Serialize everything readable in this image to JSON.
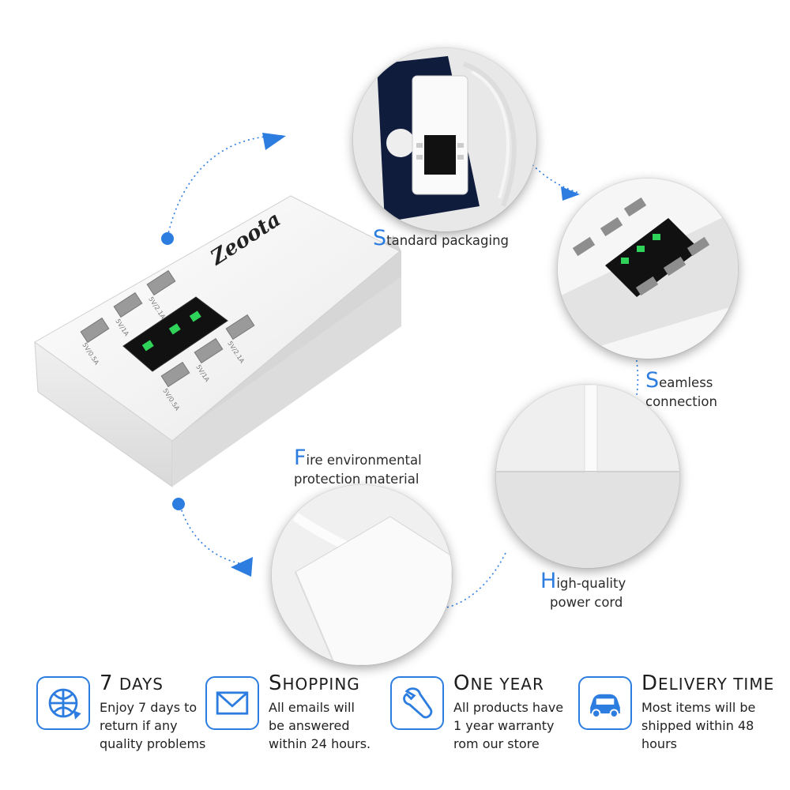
{
  "product": {
    "brand": "Zeoota",
    "ports": [
      "5V/2.1A",
      "5V/1A",
      "5V/0.5A",
      "5V/2.1A",
      "5V/1A",
      "5V/0.5A"
    ]
  },
  "features": [
    {
      "initial": "S",
      "rest": "tandard packaging"
    },
    {
      "initial": "S",
      "rest": "eamless",
      "line2": "connection"
    },
    {
      "initial": "F",
      "rest": "ire environmental",
      "line2": "protection material"
    },
    {
      "initial": "H",
      "rest": "igh-quality",
      "line2": "power cord"
    }
  ],
  "services": [
    {
      "title_cap": "7",
      "title_rest": "DAYS",
      "text": [
        "Enjoy 7 days to",
        "return if any",
        "quality problems"
      ],
      "icon": "globe-refresh-icon"
    },
    {
      "title_cap": "S",
      "title_rest": "HOPPING",
      "text": [
        "All emails will",
        "be answered",
        "within 24 hours."
      ],
      "icon": "envelope-icon"
    },
    {
      "title_cap": "O",
      "title_rest": "NE YEAR",
      "text": [
        "All products have",
        "1 year warranty",
        "rom our store"
      ],
      "icon": "wrench-icon"
    },
    {
      "title_cap": "D",
      "title_rest": "ELIVERY TIME",
      "text": [
        "Most items will be",
        "shipped within 48",
        "hours"
      ],
      "icon": "car-icon"
    }
  ],
  "colors": {
    "accent": "#2d7de0",
    "led": "#2fd35a",
    "panel": "#111111"
  }
}
